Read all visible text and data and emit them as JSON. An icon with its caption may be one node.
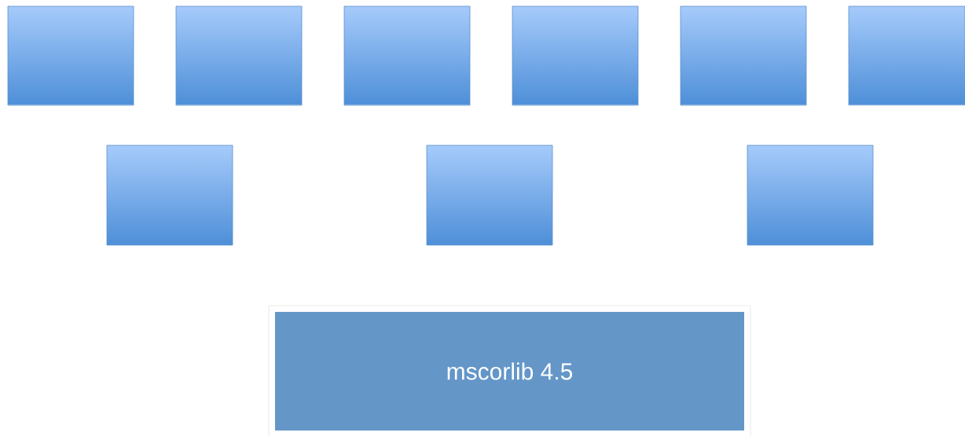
{
  "diagram": {
    "nodes": [
      {
        "text": [],
        "shape": "box"
      },
      {
        "text": [],
        "shape": "box"
      },
      {
        "text": [],
        "shape": "box"
      },
      {
        "text": [],
        "shape": "box"
      },
      {
        "text": [],
        "shape": "box"
      },
      {
        "text": [],
        "shape": "box"
      },
      {
        "text": [],
        "shape": "box"
      },
      {
        "text": [],
        "shape": "box"
      },
      {
        "text": [],
        "shape": "box"
      },
      {
        "text": [
          "mscorlib 4.5"
        ]
      }
    ]
  }
}
